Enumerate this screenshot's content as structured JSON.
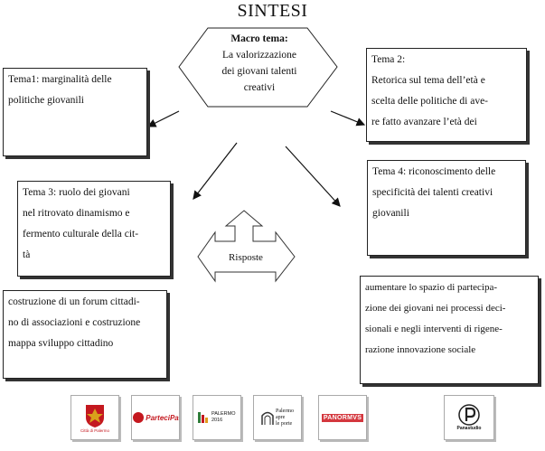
{
  "title": "SINTESI",
  "macro": {
    "heading": "Macro tema:",
    "lines": [
      "La valorizzazione",
      "dei giovani talenti",
      "creativi"
    ]
  },
  "tema1": {
    "lines": [
      "Tema1: marginalità delle",
      "politiche giovanili"
    ]
  },
  "tema2": {
    "lines": [
      "Tema 2:",
      "Retorica sul tema dell’età e",
      "scelta delle politiche di ave-",
      "re fatto avanzare l’età dei"
    ]
  },
  "tema3": {
    "lines": [
      "Tema 3: ruolo dei giovani",
      "nel ritrovato dinamismo e",
      "fermento culturale della cit-",
      "tà"
    ]
  },
  "tema4": {
    "lines": [
      "Tema 4: riconoscimento delle",
      "specificità dei talenti creativi",
      "giovanili"
    ]
  },
  "risposte": "Risposte",
  "risposta1": {
    "lines": [
      "costruzione di un forum cittadi-",
      "no di associazioni e costruzione",
      "mappa sviluppo cittadino"
    ]
  },
  "risposta2": {
    "lines": [
      "aumentare lo spazio di partecipa-",
      "zione dei giovani nei processi deci-",
      "sionali e negli interventi di rigene-",
      "razione innovazione sociale"
    ]
  },
  "logos": {
    "comune": "Città di Palermo",
    "partecipa": "ParteciPa",
    "palermo2016": "PALERMO 2016",
    "apre_line1": "Palermo",
    "apre_line2": "apre",
    "apre_line3": "le porte",
    "panormus": "PANORMVS",
    "panastudio": "Panastudio"
  },
  "colors": {
    "red": "#c4181f",
    "comune_gold": "#d9a21b",
    "logo_border": "#aaaaaa"
  }
}
